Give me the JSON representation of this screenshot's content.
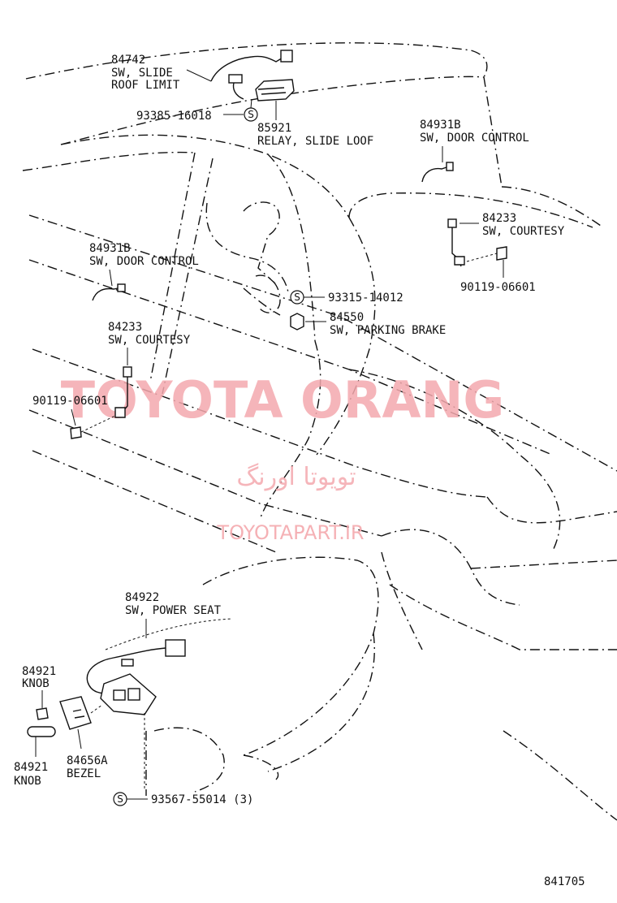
{
  "parts": {
    "sw_slide_roof_limit": {
      "number": "84742",
      "name1": "SW, SLIDE",
      "name2": "ROOF LIMIT"
    },
    "bolt_roof": {
      "number": "93385-16018",
      "symbol": "S"
    },
    "relay_slide_loof": {
      "number": "85921",
      "name1": "RELAY, SLIDE LOOF"
    },
    "sw_door_control_right": {
      "number": "84931B",
      "name1": "SW, DOOR CONTROL"
    },
    "sw_courtesy_right": {
      "number": "84233",
      "name1": "SW, COURTESY"
    },
    "screw_right": {
      "number": "90119-06601"
    },
    "sw_door_control_left": {
      "number": "84931B",
      "name1": "SW, DOOR CONTROL"
    },
    "bolt_brake": {
      "number": "93315-14012",
      "symbol": "S"
    },
    "sw_parking_brake": {
      "number": "84550",
      "name1": "SW, PARKING BRAKE"
    },
    "sw_courtesy_left": {
      "number": "84233",
      "name1": "SW, COURTESY"
    },
    "screw_left": {
      "number": "90119-06601"
    },
    "sw_power_seat": {
      "number": "84922",
      "name1": "SW, POWER SEAT"
    },
    "knob_top": {
      "number": "84921",
      "name1": "KNOB"
    },
    "knob_bottom": {
      "number": "84921",
      "name1": "KNOB"
    },
    "bezel": {
      "number": "84656A",
      "name1": "BEZEL"
    },
    "screw_seat": {
      "number": "93567-55014 (3)",
      "symbol": "S"
    }
  },
  "watermark": {
    "line1": "TOYOTA ORANG",
    "line2": "تویوتا اورنگ",
    "line3": "TOYOTAPART.IR"
  },
  "figure_number": "841705"
}
